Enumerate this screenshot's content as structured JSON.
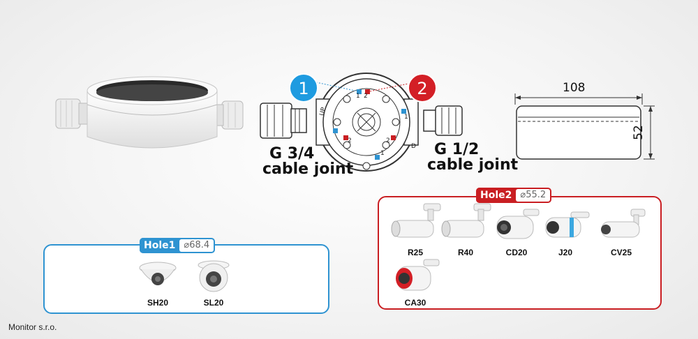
{
  "diagram": {
    "callouts": {
      "one": "1",
      "two": "2"
    },
    "inner_marks": {
      "up": "UP",
      "d": "D",
      "m1": "1",
      "m2": "2",
      "m3": "1",
      "m4": "2",
      "m5": "1",
      "m6": "2"
    },
    "joint_left": {
      "line1": "G 3/4",
      "line2": "cable joint"
    },
    "joint_right": {
      "line1": "G 1/2",
      "line2": "cable joint"
    },
    "dimensions": {
      "width": "108",
      "height": "52"
    }
  },
  "hole1": {
    "name": "Hole1",
    "diameter": "⌀68.4",
    "cameras": [
      "SH20",
      "SL20"
    ]
  },
  "hole2": {
    "name": "Hole2",
    "diameter": "⌀55.2",
    "cameras": [
      "R25",
      "R40",
      "CD20",
      "J20",
      "CV25",
      "CA30"
    ]
  },
  "footer": {
    "company": "Monitor s.r.o."
  },
  "colors": {
    "hole1": "#2e93d1",
    "hole2": "#c91e22"
  }
}
